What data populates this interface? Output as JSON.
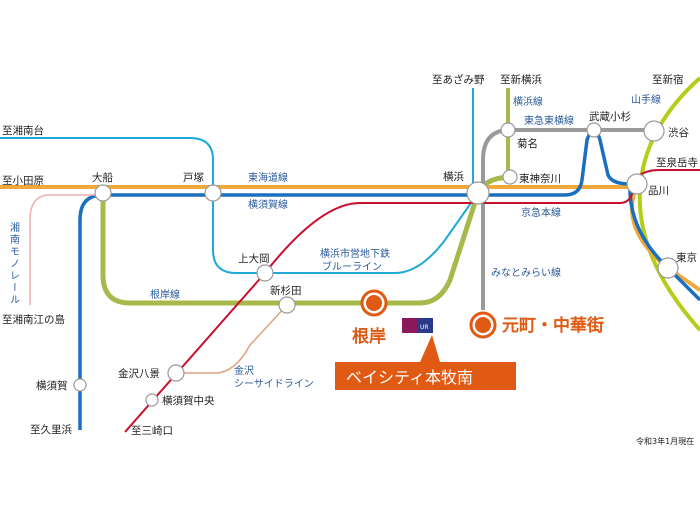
{
  "destinations": {
    "shonandai": "至湘南台",
    "odawara": "至小田原",
    "enoshima": "至湘南江の島",
    "kurihama": "至久里浜",
    "misakiguchi": "至三崎口",
    "azamino": "至あざみ野",
    "shinyokohama": "至新横浜",
    "shinjuku": "至新宿",
    "sengakuji": "至泉岳寺"
  },
  "stations": {
    "ofuna": "大船",
    "totsuka": "戸塚",
    "kamiooka": "上大岡",
    "shinsugita": "新杉田",
    "kanazawahakkei": "金沢八景",
    "yokosukachuo": "横須賀中央",
    "yokosuka": "横須賀",
    "yokohama": "横浜",
    "kikuna": "菊名",
    "higashikanagawa": "東神奈川",
    "musashikosugi": "武蔵小杉",
    "shibuya": "渋谷",
    "shinagawa": "品川",
    "tokyo": "東京",
    "negishi": "根岸",
    "motomachi": "元町・中華街"
  },
  "lines": {
    "tokaido": "東海道線",
    "yokosuka": "横須賀線",
    "monorail": "湘南モノレール",
    "blueline1": "横浜市営地下鉄",
    "blueline2": "ブルーライン",
    "negishi": "根岸線",
    "seaside1": "金沢",
    "seaside2": "シーサイドライン",
    "yokohamasen": "横浜線",
    "toyoko": "東急東横線",
    "yamanote": "山手線",
    "keikyu": "京急本線",
    "minatomirai": "みなとみらい線"
  },
  "property": {
    "name": "ベイシティ本牧南",
    "logo": "UR"
  },
  "note": "令和3年1月現在",
  "colors": {
    "accent": "#e05a14",
    "tokaido": "#f2a93b",
    "yokosuka": "#1a6fbf",
    "blueline": "#1fa9d6",
    "negishi": "#a8b84a",
    "keikyu": "#c8102e",
    "toyoko": "#9a9a9a",
    "yamanote": "#b5cc18",
    "seaside": "#e0a080",
    "monorail": "#f0b0b0"
  }
}
